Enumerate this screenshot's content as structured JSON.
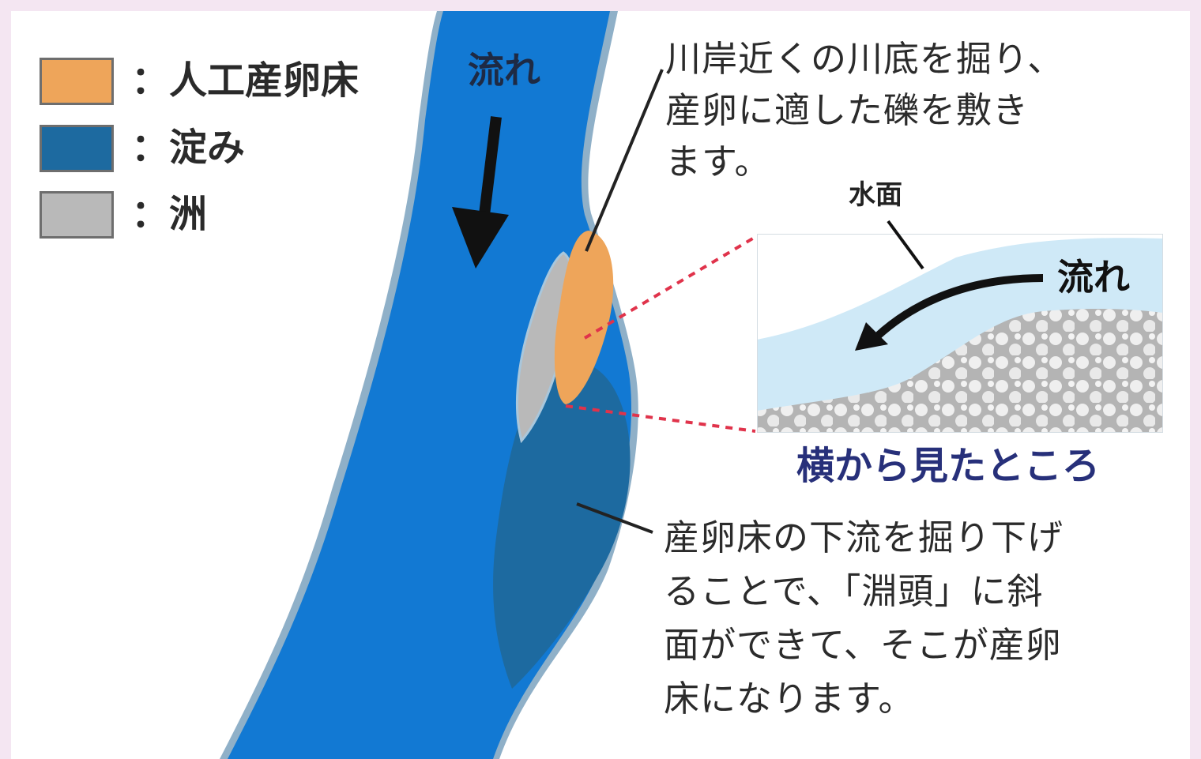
{
  "colors": {
    "background": "#f4e6f2",
    "river": "#1279d3",
    "pool": "#1d6aa0",
    "bank": "#8fb0c8",
    "spawning_bed": "#eea55a",
    "sandbar": "#b9b9b9",
    "water_light": "#cfe9f7",
    "gravel": "#b4b4b4",
    "stone": "#eeeeee",
    "leader_red": "#e0334b",
    "arrow": "#111111",
    "side_title": "#27307a"
  },
  "legend": [
    {
      "label": "：人工産卵床",
      "color": "#eea55a",
      "icon": "orange-swatch"
    },
    {
      "label": "：淀み",
      "color": "#1d6aa0",
      "icon": "dark-blue-swatch"
    },
    {
      "label": "：洲",
      "color": "#b9b9b9",
      "icon": "gray-swatch"
    }
  ],
  "river_flow_label": "流れ",
  "top_note": [
    "川岸近くの川底を掘り、",
    "産卵に適した礫を敷き",
    "ます。"
  ],
  "bottom_note": [
    "産卵床の下流を掘り下げ",
    "ることで、「淵頭」に斜",
    "面ができて、そこが産卵",
    "床になります。"
  ],
  "inset": {
    "surface_label": "水面",
    "flow_label": "流れ",
    "title": "横から見たところ"
  }
}
